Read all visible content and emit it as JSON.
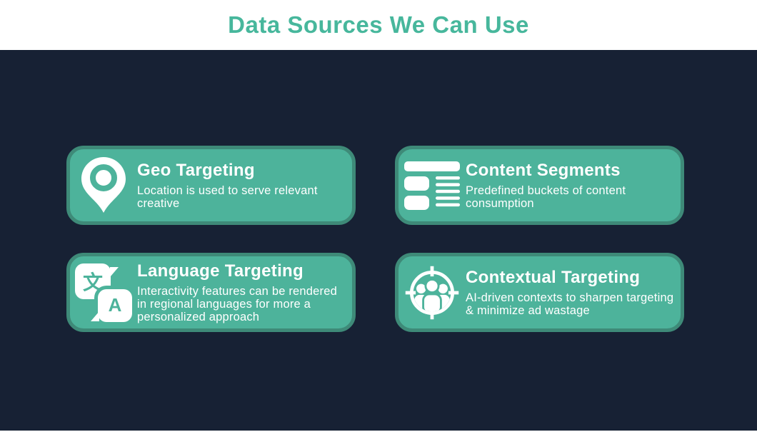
{
  "header": {
    "title": "Data Sources We Can Use"
  },
  "theme": {
    "background": "#172134",
    "header_background": "#ffffff",
    "title_color": "#47b79c",
    "card_fill": "#4db39b",
    "card_border": "#3e8a78",
    "card_text_color": "#ffffff"
  },
  "cards": [
    {
      "icon": "map-pin-icon",
      "title": "Geo Targeting",
      "description": "Location is used to serve relevant creative"
    },
    {
      "icon": "content-segments-icon",
      "title": "Content Segments",
      "description": "Predefined buckets of content consumption"
    },
    {
      "icon": "translate-icon",
      "title": "Language Targeting",
      "description": "Interactivity features can be rendered in regional languages for more a personalized approach"
    },
    {
      "icon": "audience-target-icon",
      "title": "Contextual Targeting",
      "description": "AI-driven contexts to sharpen targeting & minimize ad wastage"
    }
  ],
  "icon_glyphs": {
    "translate_primary": "文",
    "translate_secondary": "A"
  }
}
